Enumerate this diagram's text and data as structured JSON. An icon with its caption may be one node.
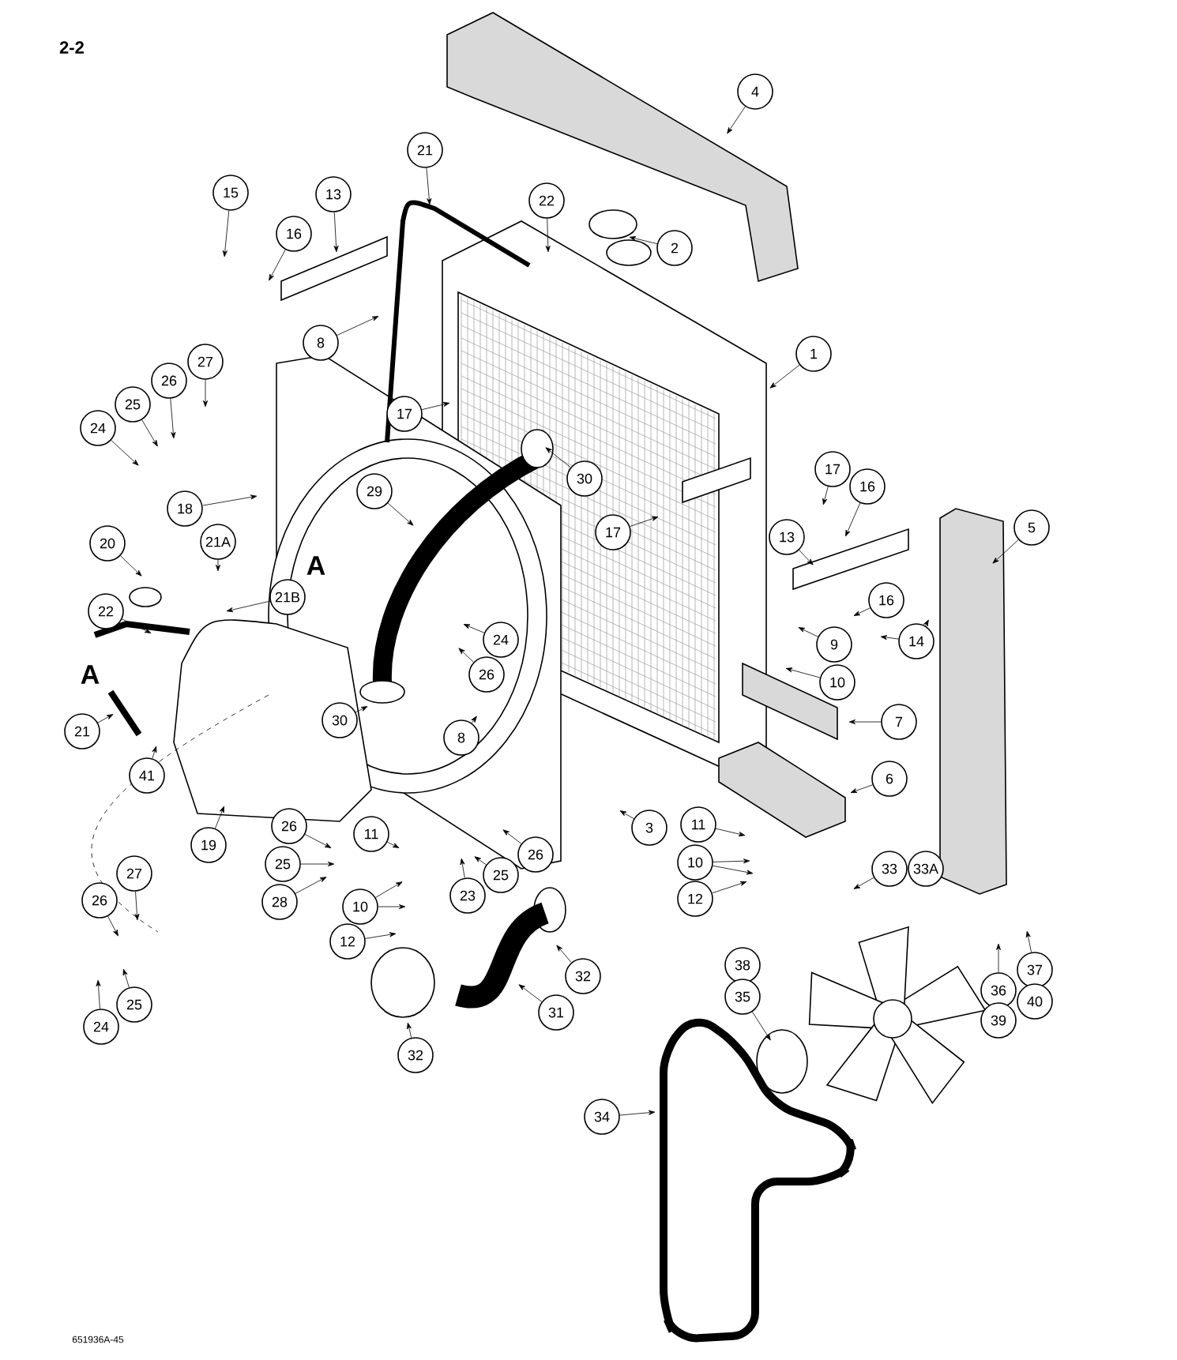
{
  "diagram": {
    "title": "2-2",
    "nodes": [
      {
        "text": [
          "4"
        ]
      },
      {
        "text": [
          "21"
        ]
      },
      {
        "text": [
          "15"
        ]
      },
      {
        "text": [
          "13"
        ]
      },
      {
        "text": [
          "22"
        ]
      },
      {
        "text": [
          "16"
        ]
      },
      {
        "text": [
          "2"
        ]
      },
      {
        "text": [
          "8"
        ]
      },
      {
        "text": [
          "1"
        ]
      },
      {
        "text": [
          "27"
        ]
      },
      {
        "text": [
          "26"
        ]
      },
      {
        "text": [
          "25"
        ]
      },
      {
        "text": [
          "17"
        ]
      },
      {
        "text": [
          "24"
        ]
      },
      {
        "text": [
          "17"
        ]
      },
      {
        "text": [
          "30"
        ]
      },
      {
        "text": [
          "16"
        ]
      },
      {
        "text": [
          "29"
        ]
      },
      {
        "text": [
          "18"
        ]
      },
      {
        "text": [
          "5"
        ]
      },
      {
        "text": [
          "17"
        ]
      },
      {
        "text": [
          "13"
        ]
      },
      {
        "text": [
          "21A"
        ]
      },
      {
        "text": [
          "20"
        ]
      },
      {
        "text": [
          "21B"
        ]
      },
      {
        "text": [
          "16"
        ]
      },
      {
        "text": [
          "22"
        ]
      },
      {
        "text": [
          "24"
        ]
      },
      {
        "text": [
          "14"
        ]
      },
      {
        "text": [
          "9"
        ]
      },
      {
        "text": [
          "26"
        ]
      },
      {
        "text": [
          "10"
        ]
      },
      {
        "text": [
          "30"
        ]
      },
      {
        "text": [
          "7"
        ]
      },
      {
        "text": [
          "21"
        ]
      },
      {
        "text": [
          "8"
        ]
      },
      {
        "text": [
          "41"
        ]
      },
      {
        "text": [
          "6"
        ]
      },
      {
        "text": [
          "3"
        ]
      },
      {
        "text": [
          "11"
        ]
      },
      {
        "text": [
          "26"
        ]
      },
      {
        "text": [
          "11"
        ]
      },
      {
        "text": [
          "19"
        ]
      },
      {
        "text": [
          "26"
        ]
      },
      {
        "text": [
          "10"
        ]
      },
      {
        "text": [
          "25"
        ]
      },
      {
        "text": [
          "33"
        ]
      },
      {
        "text": [
          "33A"
        ]
      },
      {
        "text": [
          "27"
        ]
      },
      {
        "text": [
          "25"
        ]
      },
      {
        "text": [
          "23"
        ]
      },
      {
        "text": [
          "12"
        ]
      },
      {
        "text": [
          "26"
        ]
      },
      {
        "text": [
          "28"
        ]
      },
      {
        "text": [
          "10"
        ]
      },
      {
        "text": [
          "12"
        ]
      },
      {
        "text": [
          "38"
        ]
      },
      {
        "text": [
          "37"
        ]
      },
      {
        "text": [
          "32"
        ]
      },
      {
        "text": [
          "36"
        ]
      },
      {
        "text": [
          "35"
        ]
      },
      {
        "text": [
          "40"
        ]
      },
      {
        "text": [
          "25"
        ]
      },
      {
        "text": [
          "31"
        ]
      },
      {
        "text": [
          "39"
        ]
      },
      {
        "text": [
          "24"
        ]
      },
      {
        "text": [
          "32"
        ]
      },
      {
        "text": [
          "34"
        ]
      }
    ],
    "edges": [
      {
        "from": 0,
        "to": null,
        "arrow": "to"
      },
      {
        "from": 1,
        "to": null,
        "arrow": "to"
      },
      {
        "from": 2,
        "to": null,
        "arrow": "to"
      },
      {
        "from": 3,
        "to": null,
        "arrow": "to"
      },
      {
        "from": 4,
        "to": null,
        "arrow": "to"
      },
      {
        "from": 5,
        "to": null,
        "arrow": "to"
      },
      {
        "from": 6,
        "to": null,
        "arrow": "to"
      },
      {
        "from": 7,
        "to": null,
        "arrow": "to"
      },
      {
        "from": 8,
        "to": null,
        "arrow": "to"
      },
      {
        "from": 9,
        "to": null,
        "arrow": "to"
      },
      {
        "from": 10,
        "to": null,
        "arrow": "to"
      },
      {
        "from": 11,
        "to": null,
        "arrow": "to"
      },
      {
        "from": 12,
        "to": null,
        "arrow": "to"
      },
      {
        "from": 13,
        "to": null,
        "arrow": "to"
      },
      {
        "from": 14,
        "to": null,
        "arrow": "to"
      },
      {
        "from": 15,
        "to": null,
        "arrow": "to"
      },
      {
        "from": 16,
        "to": null,
        "arrow": "to"
      },
      {
        "from": 17,
        "to": null,
        "arrow": "to"
      },
      {
        "from": 18,
        "to": null,
        "arrow": "to"
      },
      {
        "from": 19,
        "to": null,
        "arrow": "to"
      },
      {
        "from": 20,
        "to": null,
        "arrow": "to"
      },
      {
        "from": 21,
        "to": null,
        "arrow": "to"
      },
      {
        "from": 22,
        "to": null,
        "arrow": "to"
      },
      {
        "from": 23,
        "to": null,
        "arrow": "to"
      },
      {
        "from": 24,
        "to": null,
        "arrow": "to"
      },
      {
        "from": 25,
        "to": null,
        "arrow": "to"
      },
      {
        "from": 26,
        "to": null,
        "arrow": "to"
      },
      {
        "from": 27,
        "to": null,
        "arrow": "to"
      },
      {
        "from": 28,
        "to": null,
        "arrow": "to"
      },
      {
        "from": 28,
        "to": null,
        "arrow": "to"
      },
      {
        "from": 29,
        "to": null,
        "arrow": "to"
      },
      {
        "from": 30,
        "to": null,
        "arrow": "to"
      },
      {
        "from": 31,
        "to": null,
        "arrow": "to"
      },
      {
        "from": 32,
        "to": null,
        "arrow": "to"
      },
      {
        "from": 33,
        "to": null,
        "arrow": "to"
      },
      {
        "from": 34,
        "to": null,
        "arrow": "to"
      },
      {
        "from": 35,
        "to": null,
        "arrow": "to"
      },
      {
        "from": 36,
        "to": null,
        "arrow": "to"
      },
      {
        "from": 37,
        "to": null,
        "arrow": "to"
      },
      {
        "from": 38,
        "to": null,
        "arrow": "to"
      },
      {
        "from": 39,
        "to": null,
        "arrow": "to"
      },
      {
        "from": 40,
        "to": null,
        "arrow": "to"
      },
      {
        "from": 41,
        "to": null,
        "arrow": "to"
      },
      {
        "from": 42,
        "to": null,
        "arrow": "to"
      },
      {
        "from": 43,
        "to": null,
        "arrow": "to"
      },
      {
        "from": 44,
        "to": null,
        "arrow": "to"
      },
      {
        "from": 44,
        "to": null,
        "arrow": "to"
      },
      {
        "from": 45,
        "to": null,
        "arrow": "to"
      },
      {
        "from": 46,
        "to": null,
        "arrow": "to"
      },
      {
        "from": 48,
        "to": null,
        "arrow": "to"
      },
      {
        "from": 49,
        "to": null,
        "arrow": "to"
      },
      {
        "from": 50,
        "to": null,
        "arrow": "to"
      },
      {
        "from": 51,
        "to": null,
        "arrow": "to"
      },
      {
        "from": 52,
        "to": null,
        "arrow": "to"
      },
      {
        "from": 53,
        "to": null,
        "arrow": "to"
      },
      {
        "from": 54,
        "to": null,
        "arrow": "to"
      },
      {
        "from": 54,
        "to": null,
        "arrow": "to"
      },
      {
        "from": 55,
        "to": null,
        "arrow": "to"
      },
      {
        "from": 57,
        "to": null,
        "arrow": "to"
      },
      {
        "from": 58,
        "to": null,
        "arrow": "to"
      },
      {
        "from": 59,
        "to": null,
        "arrow": "to"
      },
      {
        "from": 60,
        "to": null,
        "arrow": "to"
      },
      {
        "from": 62,
        "to": null,
        "arrow": "to"
      },
      {
        "from": 63,
        "to": null,
        "arrow": "to"
      },
      {
        "from": 65,
        "to": null,
        "arrow": "to"
      },
      {
        "from": 66,
        "to": null,
        "arrow": "to"
      },
      {
        "from": 67,
        "to": null,
        "arrow": "to"
      }
    ],
    "labels": [
      "A",
      "A",
      "651936A-45"
    ]
  }
}
